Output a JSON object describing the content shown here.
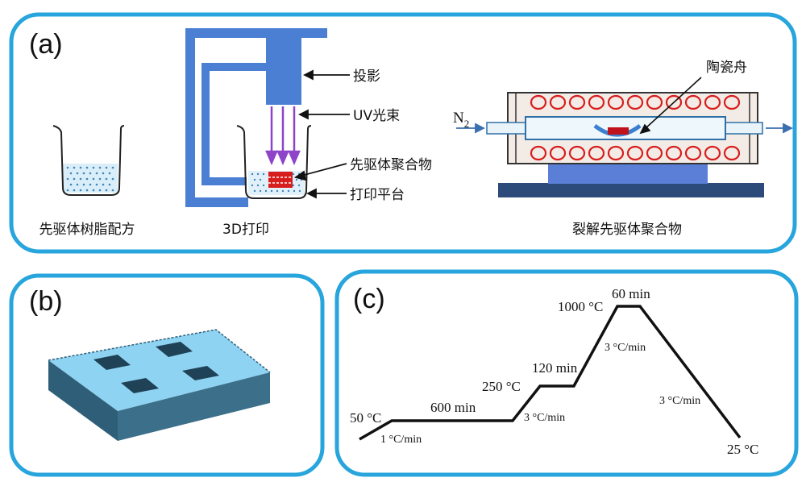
{
  "colors": {
    "frame": "#27a5dc",
    "blue_structure": "#4a7fd4",
    "beam": "#8e44c8",
    "red": "#d81d1d",
    "navy": "#2c4a7a",
    "base_blue": "#5b7fd6",
    "tile_top": "#8fd3f2",
    "tile_side": "#2f5f78"
  },
  "panel_a": {
    "letter": "(a)",
    "beaker_caption": "先驱体树脂配方",
    "printer_caption": "3D打印",
    "label_projection": "投影",
    "label_uv": "UV光束",
    "label_precursor": "先驱体聚合物",
    "label_platform": "打印平台",
    "furnace_caption": "裂解先驱体聚合物",
    "label_boat": "陶瓷舟",
    "label_gas_main": "N",
    "label_gas_sub": "2"
  },
  "panel_b": {
    "letter": "(b)"
  },
  "panel_c": {
    "letter": "(c)",
    "labels": {
      "t50": "50 °C",
      "r1": "1 °C/min",
      "h600": "600 min",
      "t250": "250 °C",
      "r3a": "3 °C/min",
      "h120": "120 min",
      "t1000": "1000 °C",
      "h60": "60 min",
      "r3b": "3 °C/min",
      "r3c": "3 °C/min",
      "t25": "25 °C"
    }
  }
}
